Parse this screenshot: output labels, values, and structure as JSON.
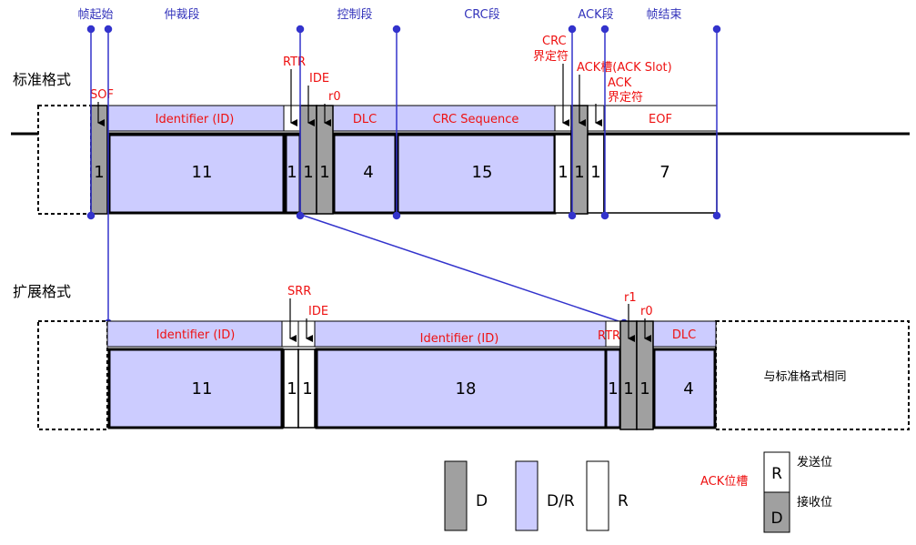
{
  "top_labels": {
    "frame_start": "帧起始",
    "arbitration": "仲裁段",
    "control": "控制段",
    "crc": "CRC段",
    "ack": "ACK段",
    "frame_end": "帧结束"
  },
  "standard": {
    "title": "标准格式",
    "annotations": {
      "rtr": "RTR",
      "ide": "IDE",
      "r0": "r0",
      "sof": "SOF",
      "crc_delim_1": "CRC",
      "crc_delim_2": "界定符",
      "ack_slot": "ACK槽(ACK Slot)",
      "ack_delim_1": "ACK",
      "ack_delim_2": "界定符"
    },
    "header_labels": {
      "identifier": "Identifier (ID)",
      "dlc": "DLC",
      "crc_seq": "CRC Sequence",
      "eof": "EOF"
    },
    "bits": {
      "sof": "1",
      "id": "11",
      "rtr": "1",
      "ide": "1",
      "r0": "1",
      "dlc": "4",
      "crc": "15",
      "crc_delim": "1",
      "ack_slot": "1",
      "ack_delim": "1",
      "eof": "7"
    }
  },
  "extended": {
    "title": "扩展格式",
    "annotations": {
      "srr": "SRR",
      "ide": "IDE",
      "rtr": "RTR",
      "r1": "r1",
      "r0": "r0"
    },
    "header_labels": {
      "identifier_a": "Identifier (ID)",
      "identifier_b": "Identifier (ID)",
      "dlc": "DLC"
    },
    "bits": {
      "id_a": "11",
      "srr": "1",
      "ide": "1",
      "id_b": "18",
      "rtr": "1",
      "r1": "1",
      "r0": "1",
      "dlc": "4"
    },
    "same_as_standard": "与标准格式相同"
  },
  "legend": {
    "d": "D",
    "dr": "D/R",
    "r": "R",
    "ack_slot": "ACK位槽",
    "send_bit_label": "R",
    "send_bit": "发送位",
    "recv_bit_label": "D",
    "recv_bit": "接收位"
  },
  "colors": {
    "blue_label": "#3333bb",
    "red_label": "#ee1111",
    "purple_fill": "#ccccff",
    "gray_fill": "#a0a0a0",
    "line_blue": "#3333cc"
  }
}
